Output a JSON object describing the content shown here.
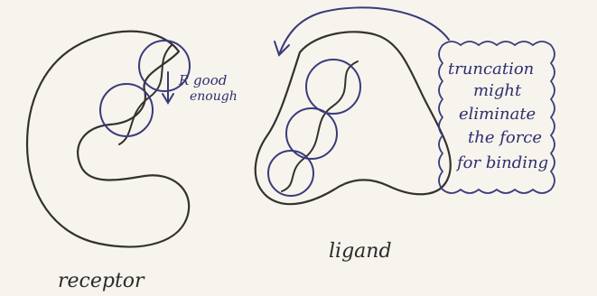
{
  "labels": {
    "receptor": "receptor",
    "ligand": "ligand",
    "r_good_enough_line1": "R good",
    "r_good_enough_line2": "enough",
    "note_line1": "truncation",
    "note_line2": "might",
    "note_line3": "eliminate",
    "note_line4": "the force",
    "note_line5": "for binding"
  },
  "colors": {
    "paper": "#f7f4ee",
    "pencil": "#333230",
    "blue_pen": "#3a3b7a"
  }
}
